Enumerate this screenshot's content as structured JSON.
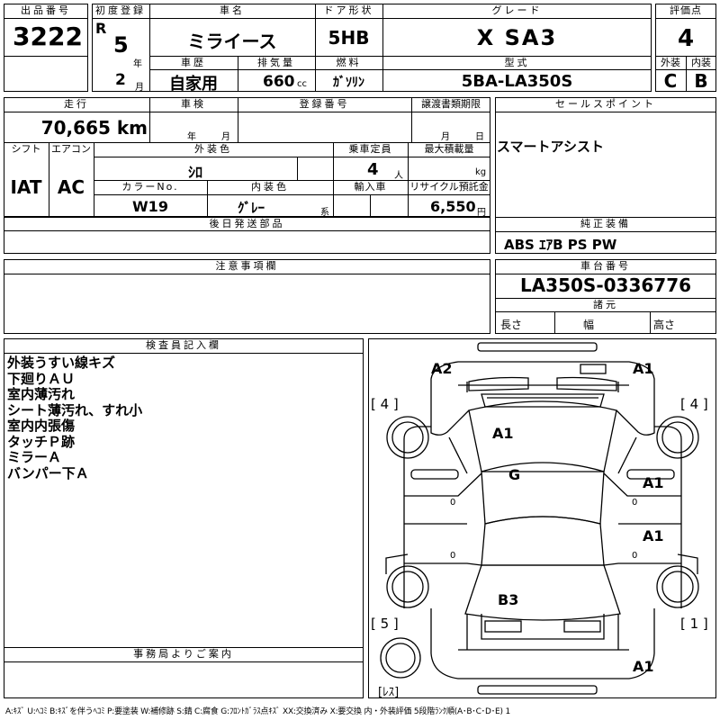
{
  "header": {
    "lot_label": "出品番号",
    "lot": "3222",
    "first_reg_label": "初度登録",
    "era": "R",
    "year": "5",
    "year_unit": "年",
    "month": "2",
    "month_unit": "月",
    "car_name_label": "車名",
    "car_name": "ミライース",
    "door_label": "ドア形状",
    "door": "5HB",
    "grade_label": "グレード",
    "grade": "X SA3",
    "score_label": "評価点",
    "score": "4",
    "history_label": "車歴",
    "history": "自家用",
    "displacement_label": "排気量",
    "displacement": "660",
    "displacement_unit": "cc",
    "fuel_label": "燃料",
    "fuel": "ｶﾞｿﾘﾝ",
    "model_label": "型式",
    "model": "5BA-LA350S",
    "exterior_label": "外装",
    "exterior": "C",
    "interior_label": "内装",
    "interior": "B"
  },
  "specs": {
    "mileage_label": "走行",
    "mileage": "70,665 km",
    "inspection_label": "車検",
    "insp_year_unit": "年",
    "insp_month_unit": "月",
    "reg_no_label": "登録番号",
    "transfer_label": "譲渡書類期限",
    "transfer_month_unit": "月",
    "transfer_day_unit": "日",
    "shift_label": "シフト",
    "shift": "IAT",
    "ac_label": "エアコン",
    "ac": "AC",
    "color_label": "外装色",
    "color": "ｼﾛ",
    "capacity_label": "乗車定員",
    "capacity": "4",
    "capacity_unit": "人",
    "max_load_label": "最大積載量",
    "max_load_unit": "kg",
    "color_no_label": "カラーNo.",
    "color_no": "W19",
    "int_color_label": "内装色",
    "int_color": "ｸﾞﾚｰ",
    "int_color_unit": "系",
    "import_label": "輸入車",
    "recycle_label": "リサイクル預託金",
    "recycle": "6,550",
    "recycle_unit": "円",
    "later_parts_label": "後日発送部品",
    "notes_label": "注意事項欄"
  },
  "right": {
    "sales_label": "セールスポイント",
    "sales": "スマートアシスト",
    "equipment_label": "純正装備",
    "equipment": "ABS ｴｱB PS PW",
    "chassis_label": "車台番号",
    "chassis": "LA350S-0336776",
    "dims_label": "諸元",
    "length_label": "長さ",
    "width_label": "幅",
    "height_label": "高さ"
  },
  "inspector": {
    "label": "検査員記入欄",
    "lines": [
      "外装うすい線キズ",
      "下廻りＡＵ",
      "室内薄汚れ",
      "シート薄汚れ、すれ小",
      "室内内張傷",
      "タッチＰ跡",
      "ミラーＡ",
      "バンパー下Ａ"
    ],
    "office_label": "事務局よりご案内"
  },
  "diagram": {
    "marks": {
      "front_left": "A2",
      "front_right": "A1",
      "hood": "A1",
      "roof": "G",
      "right_front_door": "A1",
      "right_rear_door": "A1",
      "trunk": "B3",
      "rear_right": "A1"
    },
    "tires": {
      "fl": "[ 4 ]",
      "fr": "[ 4 ]",
      "rl": "[ 5 ]",
      "rr": "[ 1 ]",
      "spare": "[ﾚｽ]"
    },
    "door_vals": [
      "0",
      "0",
      "0",
      "0"
    ]
  },
  "legend": "A:ｷｽﾞ U:ﾍｺﾐ B:ｷｽﾞを伴うﾍｺﾐ P:要塗装 W:補修跡 S:錆 C:腐食 G:ﾌﾛﾝﾄｶﾞﾗｽ点ｷｽﾞ XX:交換済み X:要交換 内・外装評価 5段階ﾗﾝｸ順(A･B･C･D･E) 1"
}
